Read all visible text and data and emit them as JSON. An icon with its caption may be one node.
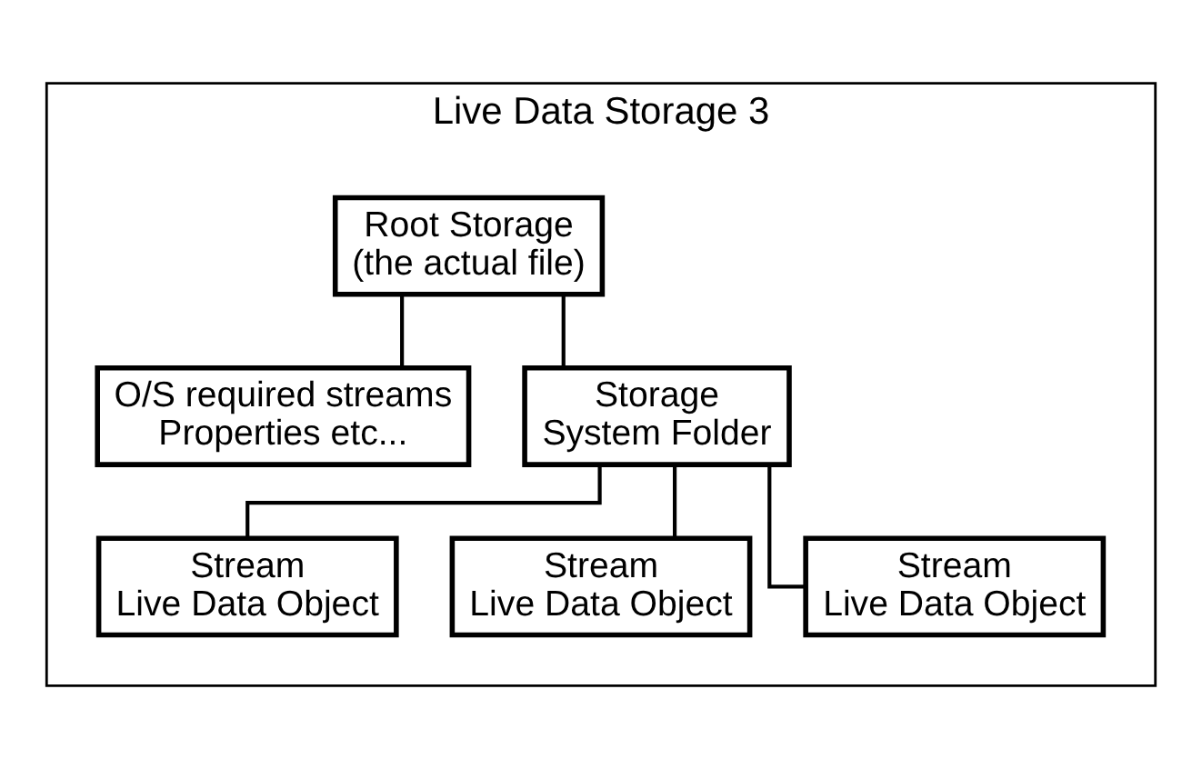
{
  "diagram": {
    "nodes": [
      {
        "text": [
          "Live Data Storage 3"
        ]
      },
      {
        "text": [
          "Root Storage",
          "(the actual file)"
        ],
        "in": 0
      },
      {
        "text": [
          "O/S required streams",
          "Properties etc..."
        ],
        "in": 0
      },
      {
        "text": [
          "Storage",
          "System Folder"
        ],
        "in": 0
      },
      {
        "text": [
          "Stream",
          "Live Data Object"
        ],
        "in": 0
      },
      {
        "text": [
          "Stream",
          "Live Data Object"
        ],
        "in": 0
      },
      {
        "text": [
          "Stream",
          "Live Data Object"
        ],
        "in": 0
      }
    ],
    "edges": [
      {
        "from": 1,
        "to": 2,
        "arrow": "none"
      },
      {
        "from": 1,
        "to": 3,
        "arrow": "none"
      },
      {
        "from": 3,
        "to": 4,
        "arrow": "none"
      },
      {
        "from": 3,
        "to": 5,
        "arrow": "none"
      },
      {
        "from": 3,
        "to": 6,
        "arrow": "none"
      }
    ]
  }
}
